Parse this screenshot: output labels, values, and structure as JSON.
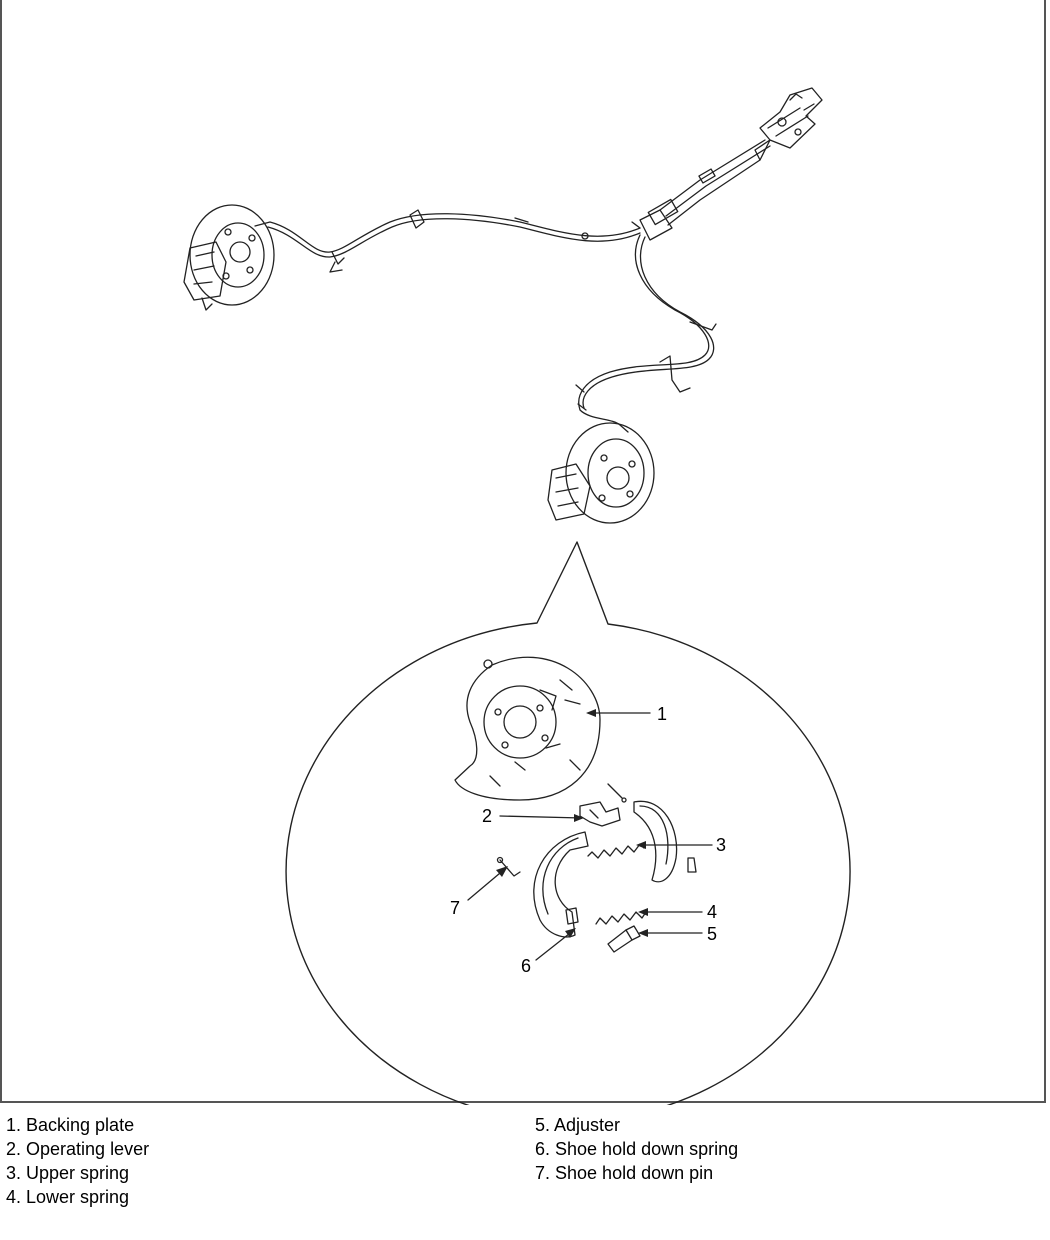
{
  "callouts": [
    "1",
    "2",
    "3",
    "4",
    "5",
    "6",
    "7"
  ],
  "legend": {
    "left": [
      "1. Backing plate",
      "2. Operating lever",
      "3. Upper spring",
      "4. Lower spring"
    ],
    "right": [
      "5. Adjuster",
      "6. Shoe hold down spring",
      "7. Shoe hold down pin"
    ]
  }
}
